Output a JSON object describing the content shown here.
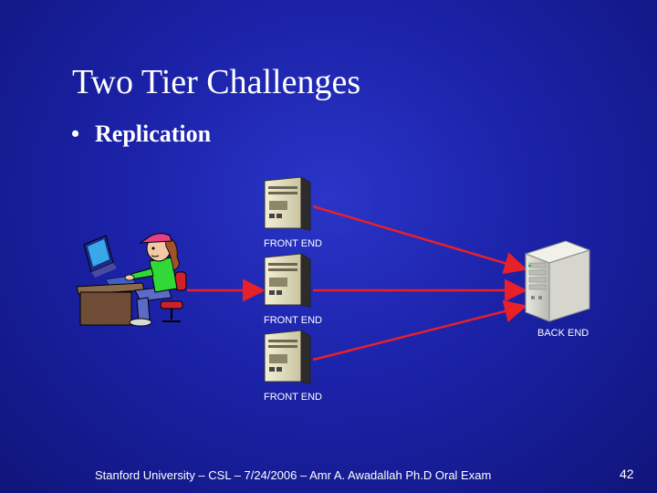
{
  "slide": {
    "title": "Two Tier Challenges",
    "bullet_symbol": "•",
    "bullet_text": "Replication"
  },
  "diagram": {
    "front_end_labels": [
      "FRONT END",
      "FRONT END",
      "FRONT END"
    ],
    "back_end_label": "BACK END",
    "arrow_color": "#e8202a"
  },
  "footer": {
    "text": "Stanford University – CSL – 7/24/2006 – Amr A. Awadallah Ph.D Oral Exam",
    "page_number": "42"
  }
}
